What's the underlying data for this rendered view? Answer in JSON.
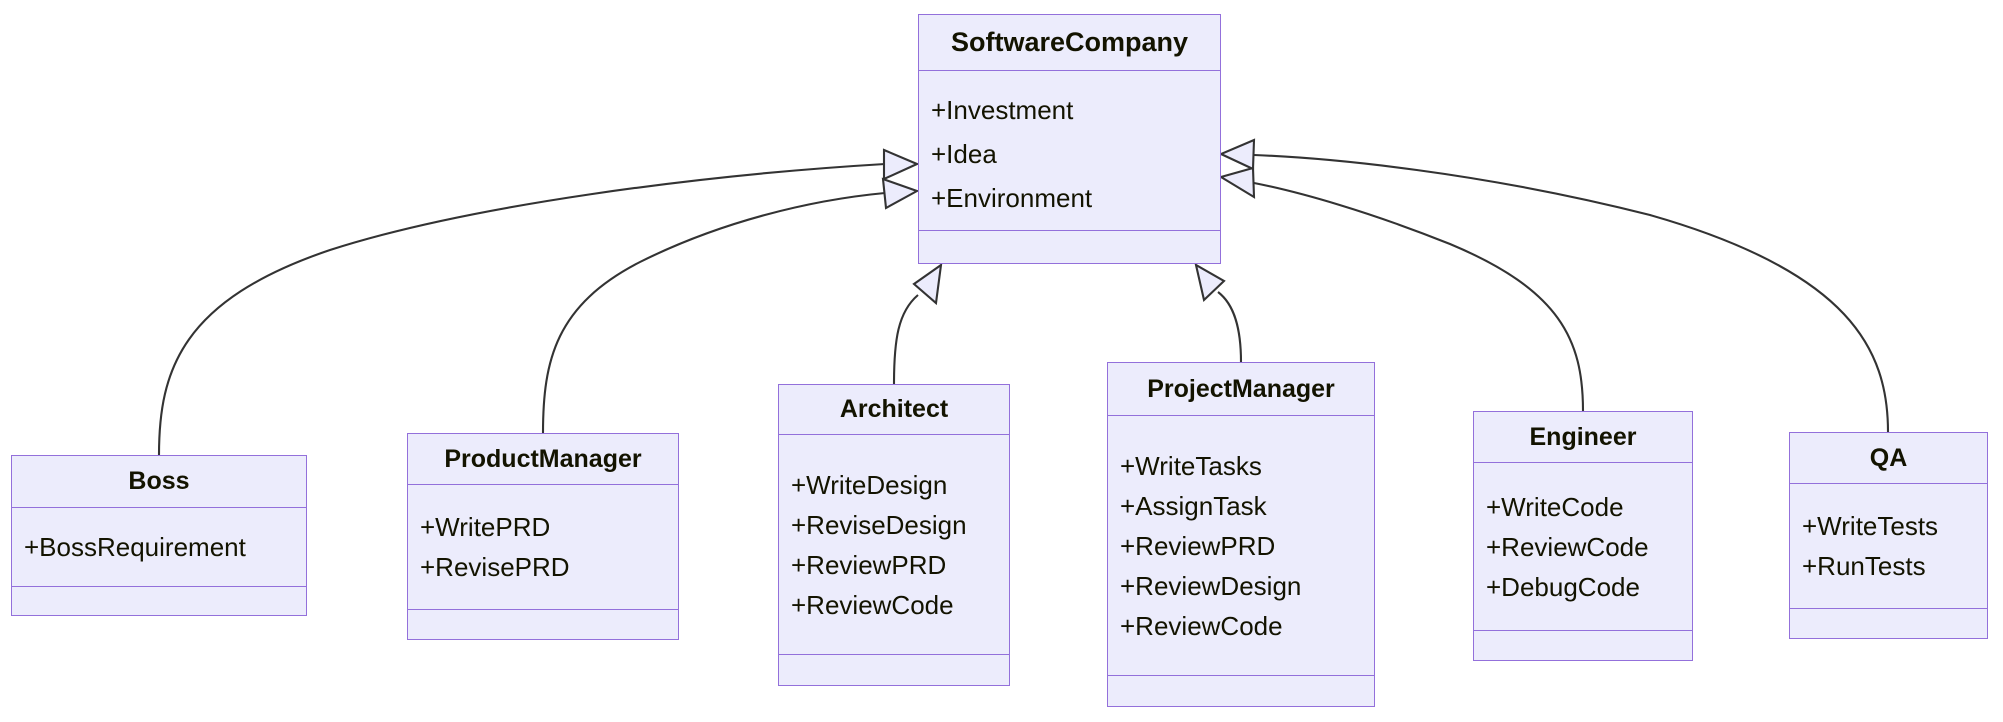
{
  "diagram": {
    "kind": "uml-class-diagram",
    "colors": {
      "class_fill": "#ececfc",
      "class_border": "#9370db",
      "edge_stroke": "#333333",
      "text": "#131300",
      "background": "#ffffff"
    },
    "relationship_type": "generalization"
  },
  "classes": {
    "softwarecompany": {
      "name": "SoftwareCompany",
      "members": [
        "+Investment",
        "+Idea",
        "+Environment"
      ],
      "methods": []
    },
    "boss": {
      "name": "Boss",
      "members": [
        "+BossRequirement"
      ],
      "methods": []
    },
    "productmanager": {
      "name": "ProductManager",
      "members": [
        "+WritePRD",
        "+RevisePRD"
      ],
      "methods": []
    },
    "architect": {
      "name": "Architect",
      "members": [
        "+WriteDesign",
        "+ReviseDesign",
        "+ReviewPRD",
        "+ReviewCode"
      ],
      "methods": []
    },
    "projectmanager": {
      "name": "ProjectManager",
      "members": [
        "+WriteTasks",
        "+AssignTask",
        "+ReviewPRD",
        "+ReviewDesign",
        "+ReviewCode"
      ],
      "methods": []
    },
    "engineer": {
      "name": "Engineer",
      "members": [
        "+WriteCode",
        "+ReviewCode",
        "+DebugCode"
      ],
      "methods": []
    },
    "qa": {
      "name": "QA",
      "members": [
        "+WriteTests",
        "+RunTests"
      ],
      "methods": []
    }
  },
  "edges": [
    {
      "from": "boss",
      "to": "softwarecompany",
      "marker": "hollow-triangle"
    },
    {
      "from": "productmanager",
      "to": "softwarecompany",
      "marker": "hollow-triangle"
    },
    {
      "from": "architect",
      "to": "softwarecompany",
      "marker": "hollow-triangle"
    },
    {
      "from": "projectmanager",
      "to": "softwarecompany",
      "marker": "hollow-triangle"
    },
    {
      "from": "engineer",
      "to": "softwarecompany",
      "marker": "hollow-triangle"
    },
    {
      "from": "qa",
      "to": "softwarecompany",
      "marker": "hollow-triangle"
    }
  ]
}
